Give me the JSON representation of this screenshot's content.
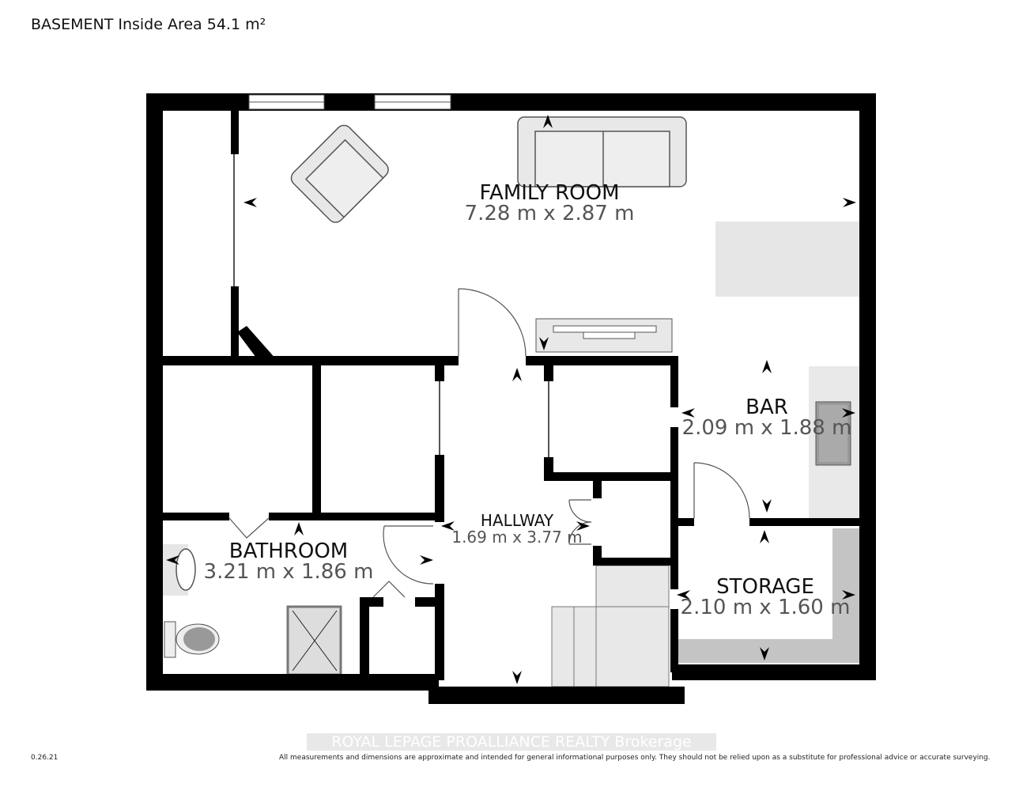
{
  "title": "BASEMENT Inside Area 54.1 m²",
  "rooms": [
    {
      "name": "FAMILY ROOM",
      "dims": "7.28 m x 2.87 m"
    },
    {
      "name": "BAR",
      "dims": "2.09 m x 1.88 m"
    },
    {
      "name": "HALLWAY",
      "dims": "1.69 m x 3.77 m"
    },
    {
      "name": "BATHROOM",
      "dims": "3.21 m x 1.86 m"
    },
    {
      "name": "STORAGE",
      "dims": "2.10 m x 1.60 m"
    }
  ],
  "brand": "ROYAL LEPAGE PROALLIANCE REALTY  Brokerage",
  "version": "0.26.21",
  "disclaimer": "All measurements and dimensions are approximate and intended for general informational purposes only. They should not be relied upon as a substitute for professional advice or accurate surveying."
}
